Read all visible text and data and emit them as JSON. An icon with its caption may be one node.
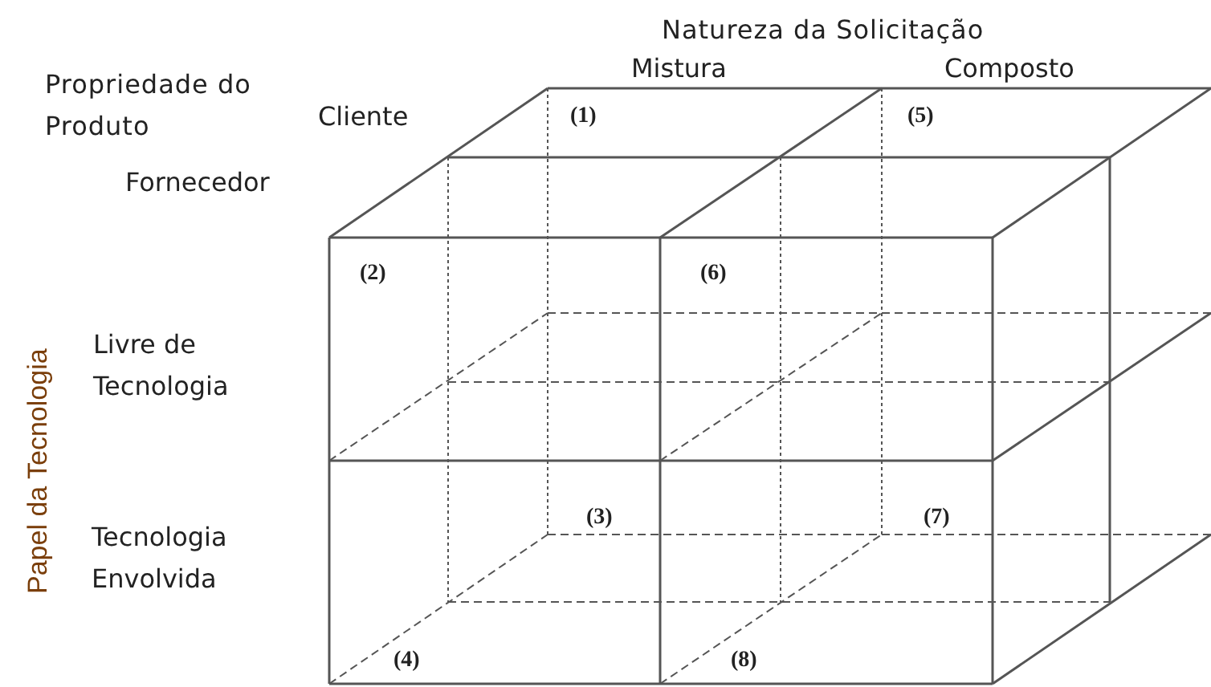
{
  "diagram": {
    "labels": [
      "Natureza da Solicitação",
      "Mistura",
      "Composto",
      "Propriedade do Produto",
      "Cliente",
      "(1)",
      "(5)",
      "Fornecedor",
      "(2)",
      "(6)",
      "Papel da Tecnologia",
      "Livre de Tecnologia",
      "(3)",
      "(7)",
      "Tecnologia Envolvida",
      "(4)",
      "(8)"
    ]
  }
}
